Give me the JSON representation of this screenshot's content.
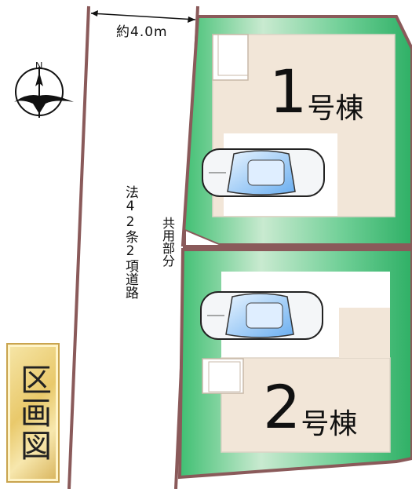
{
  "road": {
    "width_label": "約4.0m",
    "name": "法42条2項道路",
    "shared_label": "共用部分"
  },
  "lots": [
    {
      "num": "1",
      "suffix": "号棟"
    },
    {
      "num": "2",
      "suffix": "号棟"
    }
  ],
  "compass": {
    "north": "N"
  },
  "badge": {
    "label": "区画図"
  },
  "colors": {
    "lot_green": "#5cc486",
    "building": "#f2e6d8",
    "boundary": "#8a5a5a",
    "badge_gold": "#e9c96b"
  }
}
